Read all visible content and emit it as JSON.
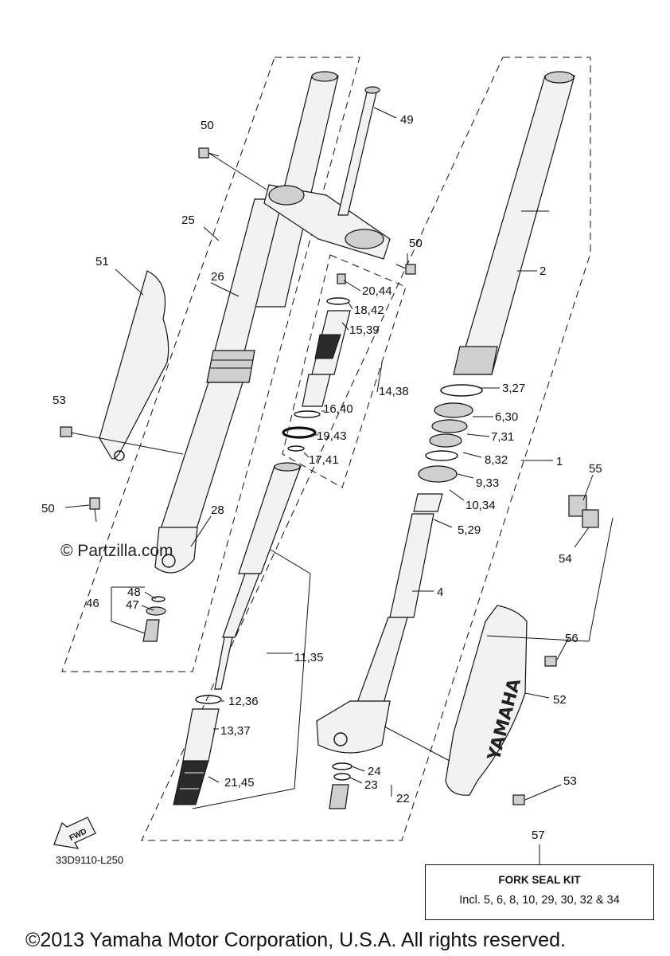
{
  "diagram": {
    "callouts": [
      "50",
      "49",
      "25",
      "26",
      "51",
      "50",
      "20,44",
      "18,42",
      "15,39",
      "2",
      "14,38",
      "3,27",
      "16,40",
      "6,30",
      "53",
      "19,43",
      "7,31",
      "17,41",
      "8,32",
      "1",
      "55",
      "9,33",
      "10,34",
      "50",
      "28",
      "5,29",
      "54",
      "48",
      "46",
      "47",
      "4",
      "56",
      "11,35",
      "52",
      "12,36",
      "13,37",
      "24",
      "23",
      "21,45",
      "22",
      "53",
      "57"
    ],
    "fwd_label": "FWD",
    "brand_text": "YAMAHA"
  },
  "diagram_code": "33D9110-L250",
  "watermark": "© Partzilla.com",
  "kit": {
    "title": "FORK SEAL KIT",
    "description": "Incl. 5, 6, 8, 10, 29, 30, 32 & 34"
  },
  "copyright": "©2013 Yamaha Motor Corporation, U.S.A. All rights reserved."
}
